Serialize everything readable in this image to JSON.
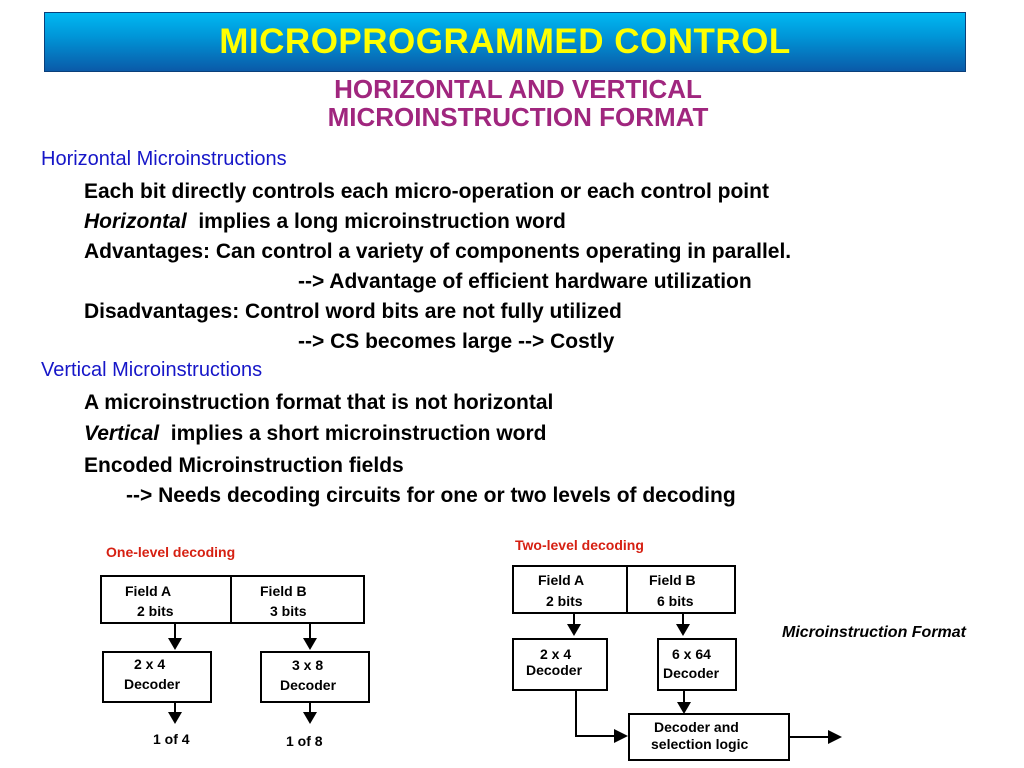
{
  "slide": {
    "title": "MICROPROGRAMMED  CONTROL",
    "subtitle_line1": "HORIZONTAL  AND VERTICAL",
    "subtitle_line2": "MICROINSTRUCTION  FORMAT"
  },
  "horizontal": {
    "heading": "Horizontal Microinstructions",
    "line1": "Each bit directly controls each micro-operation or each control point",
    "line2_italic": "Horizontal",
    "line2_rest": "implies a long microinstruction word",
    "line3": "Advantages: Can control a variety of components operating in parallel.",
    "line4": "--> Advantage of efficient hardware utilization",
    "line5": "Disadvantages: Control word bits are not fully utilized",
    "line6": "--> CS becomes large --> Costly"
  },
  "vertical": {
    "heading": "Vertical Microinstructions",
    "line1": "A microinstruction format that is not horizontal",
    "line2_italic": "Vertical",
    "line2_rest": "implies a short microinstruction word",
    "line3": "Encoded Microinstruction fields",
    "line4": "--> Needs decoding circuits for one or two levels of decoding"
  },
  "one_level": {
    "label": "One-level decoding",
    "field_a": "Field A",
    "field_a_bits": "2 bits",
    "field_b": "Field B",
    "field_b_bits": "3 bits",
    "decoder_a_line1": "2 x 4",
    "decoder_a_line2": "Decoder",
    "decoder_b_line1": "3 x 8",
    "decoder_b_line2": "Decoder",
    "out_a": "1 of 4",
    "out_b": "1 of 8"
  },
  "two_level": {
    "label": "Two-level  decoding",
    "field_a": "Field A",
    "field_a_bits": "2 bits",
    "field_b": "Field B",
    "field_b_bits": "6 bits",
    "decoder_a_line1": "2 x 4",
    "decoder_a_line2": "Decoder",
    "decoder_b_line1": "6 x 64",
    "decoder_b_line2": "Decoder",
    "selection_line1": "Decoder and",
    "selection_line2": "selection logic"
  },
  "format_caption": "Microinstruction Format",
  "colors": {
    "title_text": "#ffff00",
    "subtitle": "#a0267e",
    "heading": "#1616c8",
    "diagram_label": "#d62012"
  }
}
